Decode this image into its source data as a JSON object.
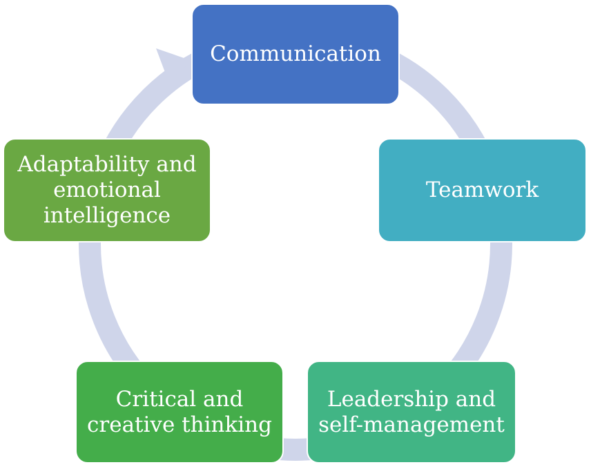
{
  "diagram": {
    "type": "cycle",
    "arrow_color": "#cfd5ea",
    "nodes": [
      {
        "id": "communication",
        "label": "Communication",
        "color": "#4472c4"
      },
      {
        "id": "teamwork",
        "label": "Teamwork",
        "color": "#42aec2"
      },
      {
        "id": "leadership",
        "label": "Leadership and\nself-management",
        "color": "#41b585"
      },
      {
        "id": "critical",
        "label": "Critical and\ncreative thinking",
        "color": "#44ad4a"
      },
      {
        "id": "adaptability",
        "label": "Adaptability and\nemotional\nintelligence",
        "color": "#6aa843"
      }
    ]
  }
}
